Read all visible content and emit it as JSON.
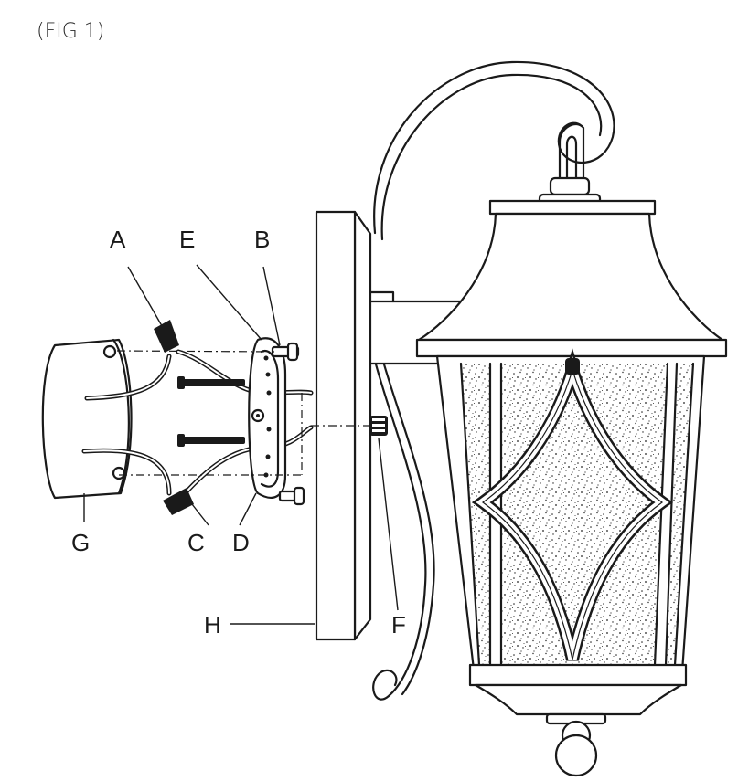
{
  "figure": {
    "title": "(FIG 1)",
    "callouts": {
      "A": "A",
      "B": "B",
      "C": "C",
      "D": "D",
      "E": "E",
      "F": "F",
      "G": "G",
      "H": "H"
    }
  }
}
